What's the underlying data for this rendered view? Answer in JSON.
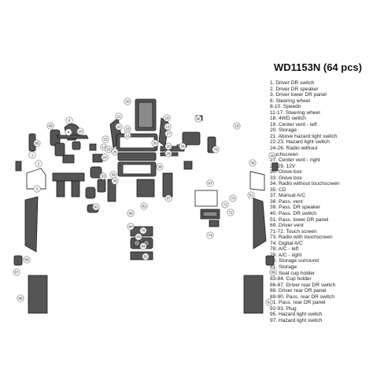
{
  "title": "WD1153N (64 pcs)",
  "legend": [
    "1. Driver DR switch",
    "2. Driver DR speaker",
    "3. Driver lower DR panel",
    "6. Steering wheel",
    "8-10. Speedo",
    "11-17. Steering wheel",
    "18. 4WD switch",
    "19. Center vent - left",
    "20. Storage",
    "21. Above hazard light switch",
    "22-23. Hazard light switch",
    "24-26. Radio without",
    "touchscreen",
    "27. Center vent - right",
    "28-29. 12V",
    "30. Glove box",
    "33. Glove box",
    "34. Radio without touchscreen",
    "35. CD",
    "37. Manual A/C",
    "38. Pass. vent",
    "39. Pass. DR speaker",
    "40. Pass. DR switch",
    "51. Pass. lower DR panel",
    "69. Driver vent",
    "71-72. Touch screen",
    "73. Radio with touchscreen",
    "74. Digital A/C",
    "78. A/C - left",
    "79. A/C - right",
    "80. Storage surround",
    "81. Storage",
    "82. Seat cup holder",
    "83-84. Cup holder",
    "86-87. Driver rear DR switch",
    "88. Driver rear DR panel",
    "89-90. Pass. rear DR switch",
    "91. Pass. rear DR panel",
    "92-93. Plug",
    "95. Hazard light switch",
    "97. Hazard light switch"
  ],
  "callouts": [
    "20",
    "21",
    "22",
    "23",
    "19",
    "12",
    "11",
    "15",
    "13",
    "14",
    "9",
    "8",
    "10",
    "69",
    "95",
    "25",
    "24",
    "27",
    "29",
    "28",
    "26",
    "33",
    "36",
    "35",
    "34",
    "37",
    "30",
    "38",
    "81",
    "78",
    "18",
    "79",
    "96",
    "90",
    "1",
    "2",
    "3",
    "39",
    "40",
    "51",
    "97",
    "73",
    "72",
    "71",
    "74",
    "92",
    "80",
    "82",
    "84",
    "83",
    "86",
    "87",
    "88",
    "91",
    "89"
  ]
}
